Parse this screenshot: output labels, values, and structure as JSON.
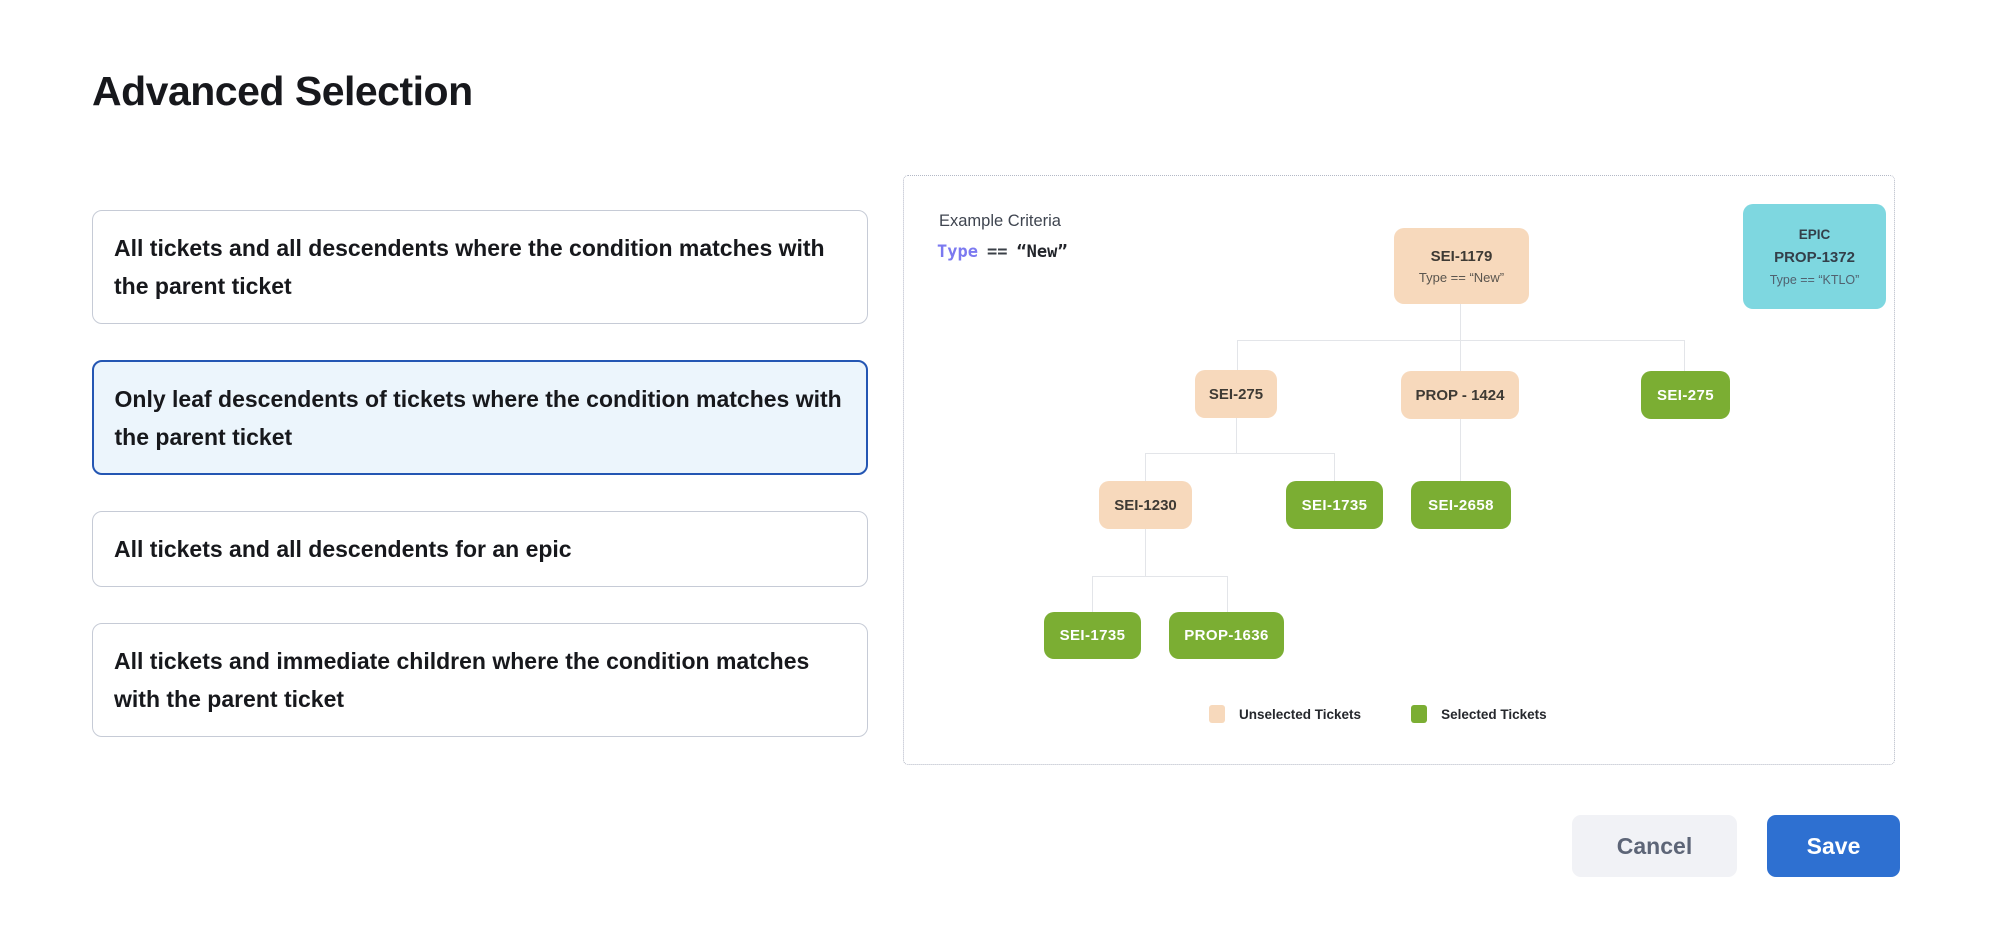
{
  "title": "Advanced Selection",
  "options": [
    {
      "label": "All tickets and all descendents where the condition matches with the parent ticket",
      "selected": false
    },
    {
      "label": "Only leaf descendents of tickets where the condition matches with the parent ticket",
      "selected": true
    },
    {
      "label": "All tickets and all descendents for an epic",
      "selected": false
    },
    {
      "label": "All tickets and immediate children where the condition matches with the parent ticket",
      "selected": false
    }
  ],
  "diagram": {
    "criteria_label": "Example Criteria",
    "criteria": {
      "field": "Type",
      "operator": "==",
      "value": "“New”"
    },
    "root": {
      "id": "SEI-1179",
      "condition": "Type == “New”"
    },
    "epic": {
      "type_label": "EPIC",
      "id": "PROP-1372",
      "condition": "Type == “KTLO”"
    },
    "nodes": [
      {
        "id": "SEI-275",
        "state": "unselected"
      },
      {
        "id": "PROP - 1424",
        "state": "unselected"
      },
      {
        "id": "SEI-275",
        "state": "selected"
      },
      {
        "id": "SEI-1230",
        "state": "unselected"
      },
      {
        "id": "SEI-1735",
        "state": "selected"
      },
      {
        "id": "SEI-2658",
        "state": "selected"
      },
      {
        "id": "SEI-1735",
        "state": "selected"
      },
      {
        "id": "PROP-1636",
        "state": "selected"
      }
    ],
    "legend": [
      {
        "label": "Unselected Tickets",
        "color": "#f7d9bc"
      },
      {
        "label": "Selected Tickets",
        "color": "#7bae33"
      }
    ]
  },
  "footer": {
    "cancel_label": "Cancel",
    "save_label": "Save"
  },
  "colors": {
    "unselected_ticket": "#f7d9bc",
    "selected_ticket": "#7bae33",
    "epic_ticket": "#7ed7e0",
    "selected_card_border": "#2456b3",
    "selected_card_bg": "#ecf5fc",
    "save_button": "#2e70d1",
    "criteria_keyword": "#7b79f0"
  }
}
